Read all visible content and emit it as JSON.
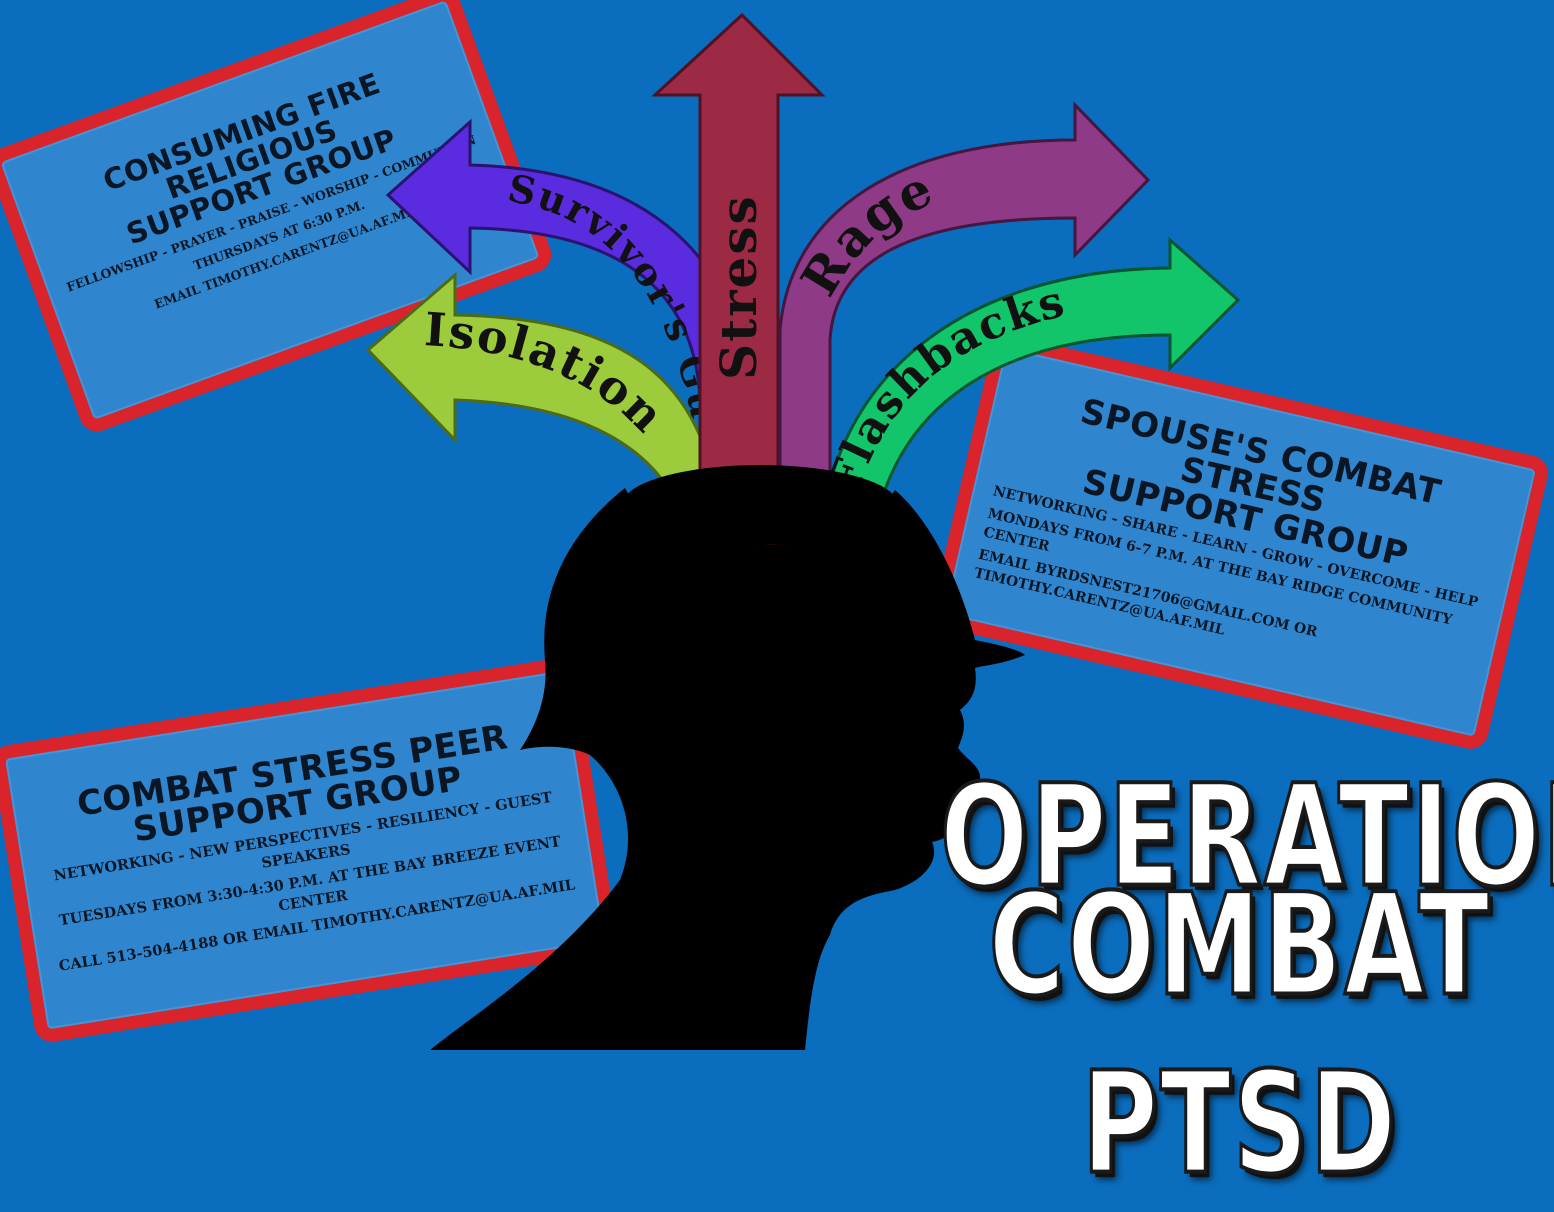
{
  "stamps": {
    "religious": {
      "title_line1": "Consuming Fire Religious",
      "title_line2": "Support Group",
      "line1": "Fellowship - Prayer - Praise - Worship - Communion",
      "line2": "Thursdays at 6:30 p.m.",
      "line3": "Email timothy.carentz@ua.af.mil"
    },
    "spouse": {
      "title_line1": "Spouse's Combat Stress",
      "title_line2": "Support Group",
      "line1": "Networking - Share - Learn - Grow - Overcome - Help",
      "line2": "Mondays from 6-7 p.m. at the Bay Ridge Community Center",
      "line3": "Email byrdsnest21706@gmail.com or timothy.carentz@ua.af.mil"
    },
    "peer": {
      "title_line1": "Combat Stress Peer",
      "title_line2": "Support Group",
      "line1": "Networking - New Perspectives - Resiliency - Guest Speakers",
      "line2": "Tuesdays from 3:30-4:30 p.m. at the Bay Breeze Event Center",
      "line3": "Call 513-504-4188 or email timothy.carentz@ua.af.mil"
    }
  },
  "arrows": {
    "survivors_guilt": "Survivor's Guilt",
    "isolation": "Isolation",
    "stress": "Stress",
    "rage": "Rage",
    "flashbacks": "Flashbacks"
  },
  "headline": {
    "line1": "OPERATION",
    "line2": "COMBAT PTSD"
  },
  "colors": {
    "background": "#0b6dbd",
    "stamp_red": "#d9242b",
    "survivors_guilt": "#5b2be0",
    "isolation": "#9ccc3c",
    "stress": "#9c2a45",
    "rage": "#8e3a86",
    "flashbacks": "#12c46a",
    "silhouette": "#000000"
  },
  "icons": {
    "silhouette": "soldier-head-silhouette-icon"
  }
}
